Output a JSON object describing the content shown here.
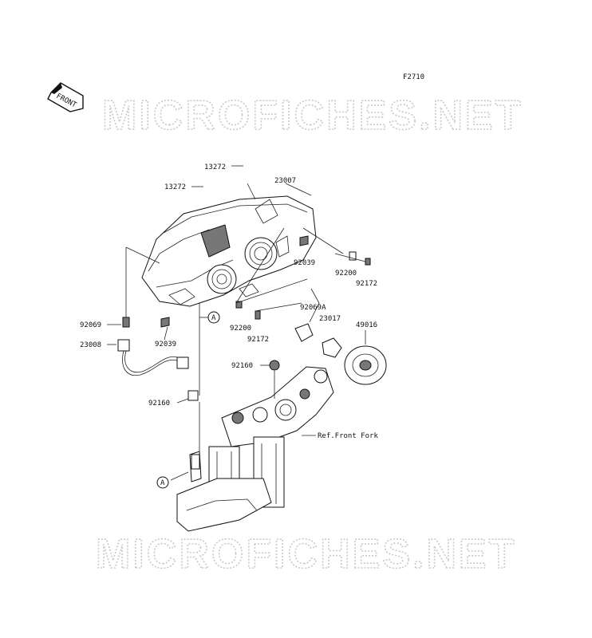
{
  "figure_code": "F2710",
  "front_badge": "FRONT",
  "watermark": "MICROFICHES.NET",
  "ref_callout": "A",
  "ref_front_fork": "Ref.Front Fork",
  "parts": [
    "13272",
    "13272",
    "23007",
    "92039",
    "92200",
    "92172",
    "92069A",
    "23017",
    "49016",
    "92069",
    "23008",
    "92200",
    "92172",
    "92039",
    "92160",
    "92160"
  ]
}
